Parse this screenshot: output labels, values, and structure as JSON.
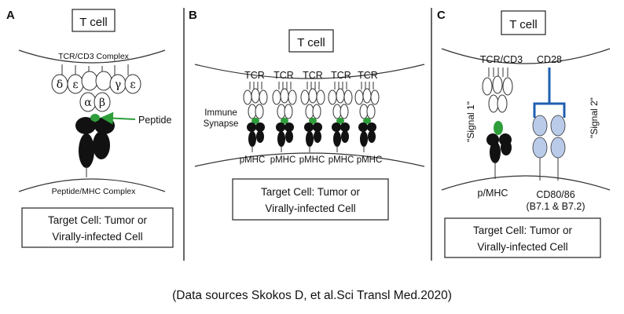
{
  "panels": [
    {
      "letter": "A",
      "t_cell": "T cell",
      "complex_label": "TCR/CD3 Complex",
      "greek": [
        "δ",
        "ε",
        "γ",
        "ε",
        "α",
        "β"
      ],
      "peptide_label": "Peptide",
      "bottom_label": "Peptide/MHC Complex",
      "target_line1": "Target Cell: Tumor or",
      "target_line2": "Virally-infected Cell"
    },
    {
      "letter": "B",
      "t_cell": "T cell",
      "tcr_labels": [
        "TCR",
        "TCR",
        "TCR",
        "TCR",
        "TCR"
      ],
      "synapse_line1": "Immune",
      "synapse_line2": "Synapse",
      "pmhc_labels": [
        "pMHC",
        "pMHC",
        "pMHC",
        "pMHC",
        "pMHC"
      ],
      "target_line1": "Target Cell: Tumor or",
      "target_line2": "Virally-infected Cell"
    },
    {
      "letter": "C",
      "t_cell": "T cell",
      "tcr_label": "TCR/CD3",
      "cd28_label": "CD28",
      "signal1": "\"Signal 1\"",
      "signal2": "\"Signal 2\"",
      "pmhc_label": "p/MHC",
      "cd80_line1": "CD80/86",
      "cd80_line2": "(B7.1 & B7.2)",
      "target_line1": "Target Cell: Tumor or",
      "target_line2": "Virally-infected Cell"
    }
  ],
  "caption": "(Data sources Skokos D, et al.Sci Transl Med.2020)",
  "colors": {
    "peptide_green": "#2e9e3a",
    "cd_blue": "#1f5fb0",
    "cd_fill": "#b9cbe9"
  }
}
